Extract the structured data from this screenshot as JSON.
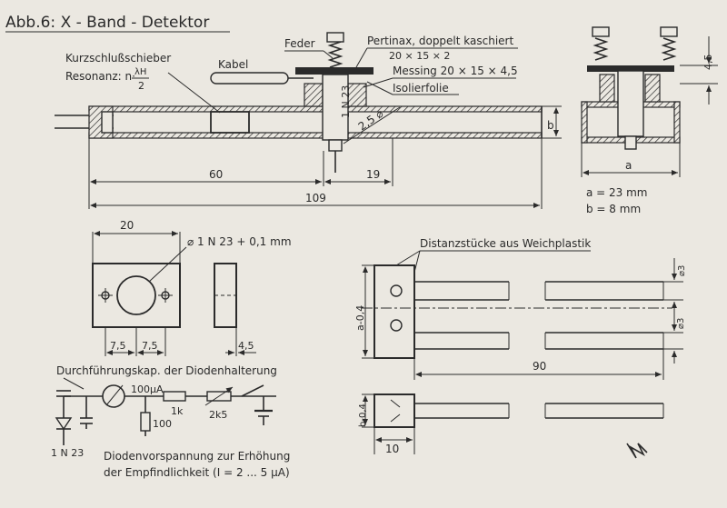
{
  "title": "Abb.6: X - Band - Detektor",
  "labels": {
    "feder": "Feder",
    "pertinax": "Pertinax, doppelt kaschiert",
    "pertinax_dim": "20 × 15 × 2",
    "messing": "Messing 20 × 15 × 4,5",
    "isolierfolie": "Isolierfolie",
    "kurzschluss": "Kurzschlußschieber",
    "resonanz_prefix": "Resonanz: n·",
    "resonanz_num": "λH",
    "resonanz_den": "2",
    "kabel": "Kabel",
    "diode": "1 N 23",
    "pin_dia": "2,5 ⌀",
    "side_b": "b",
    "side_a": "a",
    "side_45": "4,5",
    "a_val": "a = 23 mm",
    "b_val": "b =  8 mm",
    "dim_60": "60",
    "dim_19": "19",
    "dim_109": "109",
    "dim_20": "20",
    "hole_note": "⌀ 1 N 23 + 0,1 mm",
    "dim_75a": "7,5",
    "dim_75b": "7,5",
    "dim_45b": "4,5",
    "distanz": "Distanzstücke aus Weichplastik",
    "a04": "a-0,4",
    "b04": "b-0,4",
    "dim_90": "90",
    "dim_10": "10",
    "phi3a": "⌀3",
    "phi3b": "⌀3",
    "durchf": "Durchführungskap. der Diodenhalterung",
    "meter": "100µA",
    "r100": "100",
    "r1k": "1k",
    "pot": "2k5",
    "diode2": "1 N 23",
    "vorsp1": "Diodenvorspannung  zur Erhöhung",
    "vorsp2": "der Empfindlichkeit  (I = 2 ... 5 µA)"
  }
}
